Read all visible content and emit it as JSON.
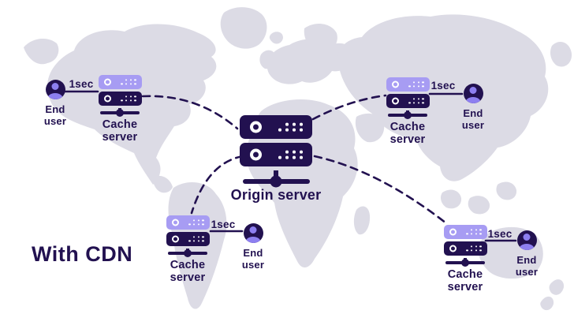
{
  "caption": "With CDN",
  "origin": {
    "label": "Origin server",
    "icon": "server-stack-icon"
  },
  "nodes": [
    {
      "position": "top-left",
      "cache": {
        "label": "Cache server",
        "icon": "cache-server-icon"
      },
      "latency": "1sec",
      "user": {
        "label": "End user",
        "icon": "person-icon"
      },
      "user_side": "left"
    },
    {
      "position": "top-right",
      "cache": {
        "label": "Cache server",
        "icon": "cache-server-icon"
      },
      "latency": "1sec",
      "user": {
        "label": "End user",
        "icon": "person-icon"
      },
      "user_side": "right"
    },
    {
      "position": "bottom-left",
      "cache": {
        "label": "Cache server",
        "icon": "cache-server-icon"
      },
      "latency": "1sec",
      "user": {
        "label": "End user",
        "icon": "person-icon"
      },
      "user_side": "right"
    },
    {
      "position": "bottom-right",
      "cache": {
        "label": "Cache server",
        "icon": "cache-server-icon"
      },
      "latency": "1sec",
      "user": {
        "label": "End user",
        "icon": "person-icon"
      },
      "user_side": "right"
    }
  ],
  "colors": {
    "navy": "#221150",
    "purple": "#8d7ff0",
    "purple_light": "#a79cf3",
    "map_land": "#dcdbe5",
    "background": "#ffffff",
    "server_detail": "#ffffff"
  },
  "icons": {
    "origin": "server-stack-icon",
    "cache": "two-tone-server-icon",
    "user": "person-icon",
    "background": "world-map"
  }
}
